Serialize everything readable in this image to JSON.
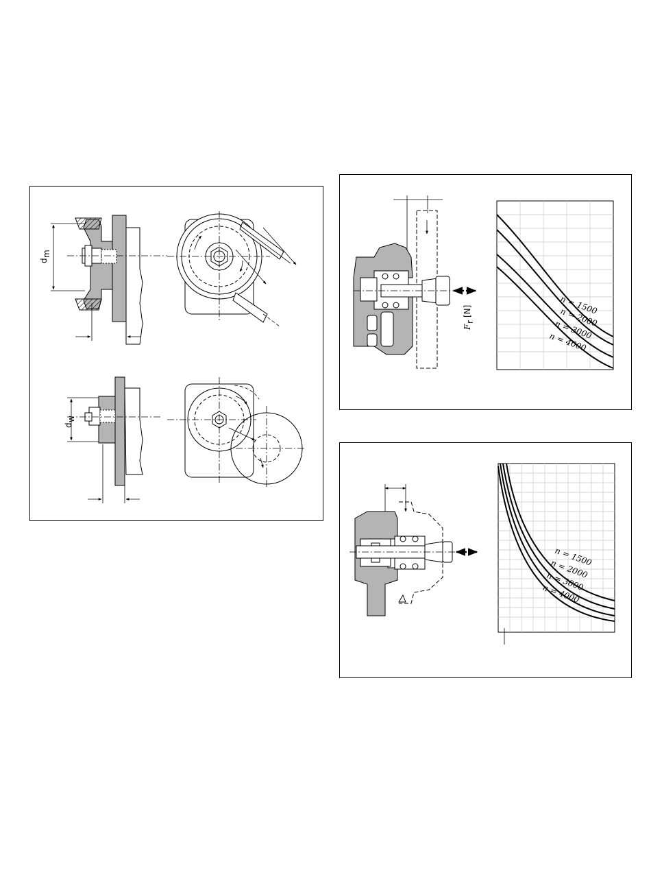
{
  "left_panel": {
    "labels": {
      "dm": "d",
      "dm_sub": "m",
      "dw": "d",
      "dw_sub": "w"
    }
  },
  "top_right_panel": {
    "axis_label": "F",
    "axis_label_sub": "r",
    "axis_label_unit": "[N]",
    "curves": [
      "n = 1500",
      "n = 2000",
      "n = 3000",
      "n = 4000"
    ]
  },
  "bottom_right_panel": {
    "curves": [
      "n = 1500",
      "n = 2000",
      "n = 3000",
      "n = 4000"
    ]
  },
  "colors": {
    "ink": "#000000",
    "grey_fill": "#b4b4b4",
    "grid": "#c8c8c8"
  }
}
